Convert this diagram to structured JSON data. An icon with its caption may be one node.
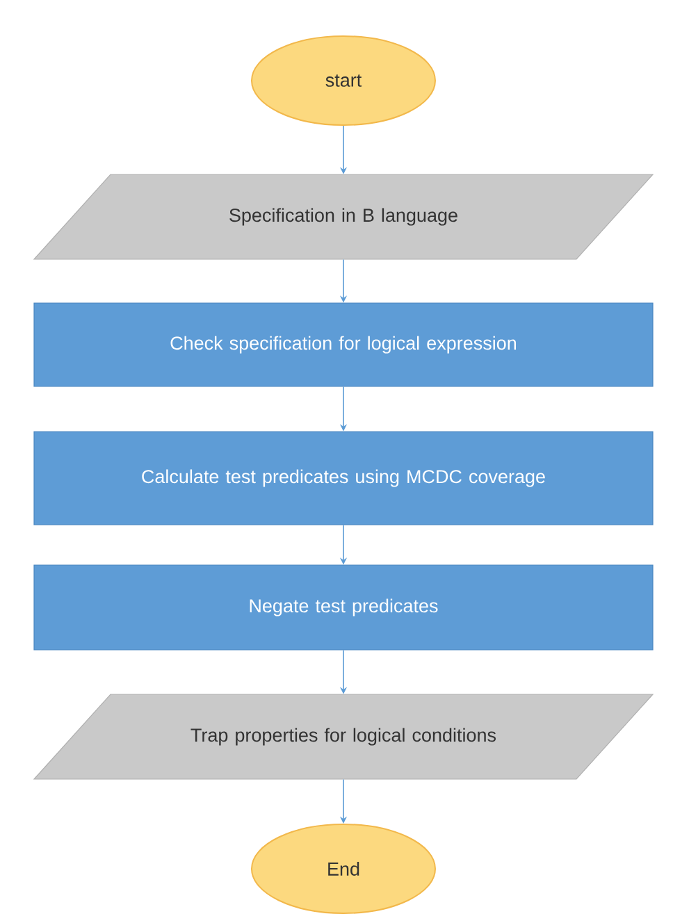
{
  "diagram": {
    "nodes": [
      {
        "text": [
          "start"
        ]
      },
      {
        "text": [
          "Specification in B language"
        ]
      },
      {
        "text": [
          "Check specification for logical expression"
        ]
      },
      {
        "text": [
          "Calculate test predicates using MCDC coverage"
        ]
      },
      {
        "text": [
          "Negate test predicates"
        ]
      },
      {
        "text": [
          "Trap properties for logical conditions"
        ]
      },
      {
        "text": [
          "End"
        ]
      }
    ],
    "edges": [
      {
        "from": 0,
        "to": 1,
        "arrow": "to"
      },
      {
        "from": 1,
        "to": 2,
        "arrow": "to"
      },
      {
        "from": 2,
        "to": 3,
        "arrow": "to"
      },
      {
        "from": 3,
        "to": 4,
        "arrow": "to"
      },
      {
        "from": 4,
        "to": 5,
        "arrow": "to"
      },
      {
        "from": 5,
        "to": 6,
        "arrow": "to"
      }
    ]
  }
}
